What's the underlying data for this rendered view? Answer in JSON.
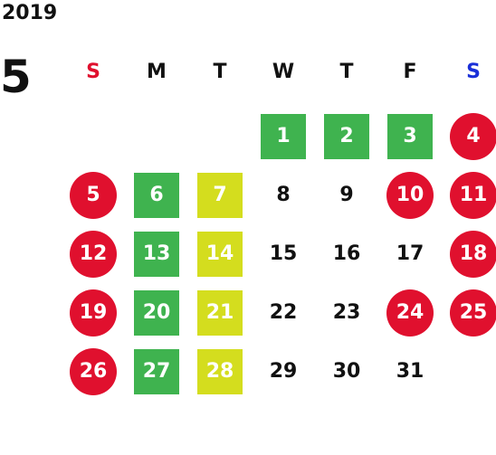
{
  "calendar": {
    "year": "2019",
    "month": "5",
    "weekdays": [
      {
        "label": "S",
        "color": "#e0102e"
      },
      {
        "label": "M",
        "color": "#111111"
      },
      {
        "label": "T",
        "color": "#111111"
      },
      {
        "label": "W",
        "color": "#111111"
      },
      {
        "label": "T",
        "color": "#111111"
      },
      {
        "label": "F",
        "color": "#111111"
      },
      {
        "label": "S",
        "color": "#1a2fd8"
      }
    ],
    "first_weekday_index": 3,
    "days_in_month": 31,
    "day_styles": {
      "1": "green",
      "2": "green",
      "3": "green",
      "4": "holiday",
      "5": "holiday",
      "6": "green",
      "7": "yellow",
      "10": "holiday",
      "11": "holiday",
      "12": "holiday",
      "13": "green",
      "14": "yellow",
      "18": "holiday",
      "19": "holiday",
      "20": "green",
      "21": "yellow",
      "24": "holiday",
      "25": "holiday",
      "26": "holiday",
      "27": "green",
      "28": "yellow"
    },
    "colors": {
      "holiday": "#e0102e",
      "green": "#3fb34f",
      "yellow": "#d4dd1e",
      "text": "#111111"
    }
  }
}
